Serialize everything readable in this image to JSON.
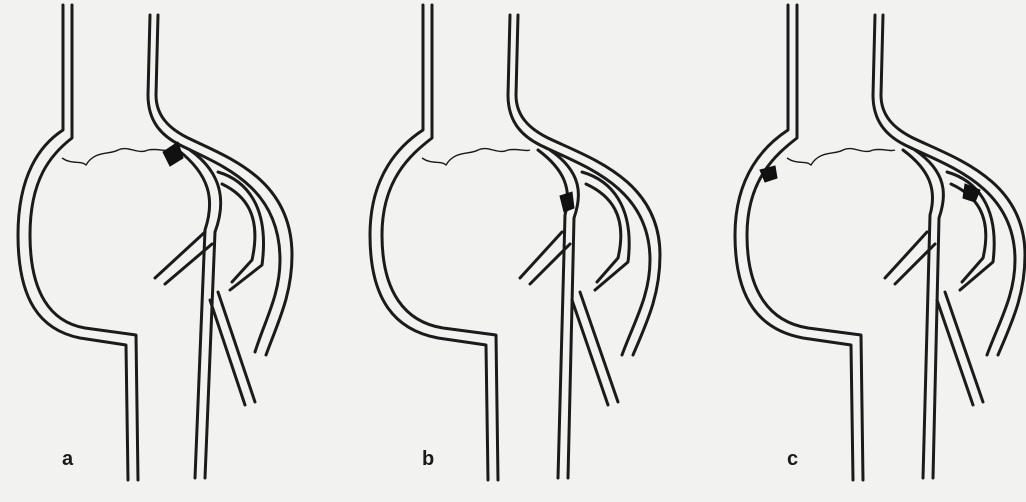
{
  "figure": {
    "panels": [
      {
        "id": "a",
        "label": "a",
        "occlusion_sites": [
          "upper-junction"
        ]
      },
      {
        "id": "b",
        "label": "b",
        "occlusion_sites": [
          "branch-junction"
        ]
      },
      {
        "id": "c",
        "label": "c",
        "occlusion_sites": [
          "left-vessel",
          "right-branch"
        ]
      }
    ],
    "colors": {
      "background": "#f2f2f0",
      "line": "#1b1b1b",
      "occlusion": "#111111"
    }
  }
}
